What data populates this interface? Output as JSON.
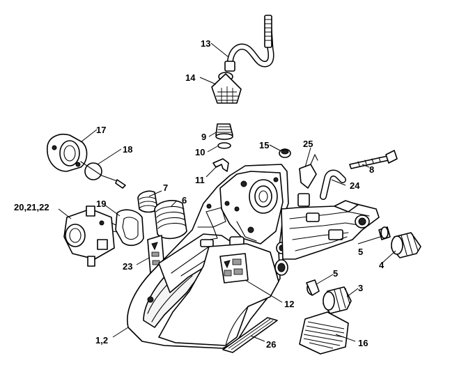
{
  "callouts": {
    "c13": "13",
    "c14": "14",
    "c17": "17",
    "c18": "18",
    "c9": "9",
    "c10": "10",
    "c15": "15",
    "c25": "25",
    "c8": "8",
    "c11": "11",
    "c24": "24",
    "c7": "7",
    "c6": "6",
    "c20_21_22": "20,21,22",
    "c19": "19",
    "c5a": "5",
    "c4": "4",
    "c23": "23",
    "c5b": "5",
    "c3": "3",
    "c12": "12",
    "c1_2": "1,2",
    "c26": "26",
    "c16": "16"
  }
}
